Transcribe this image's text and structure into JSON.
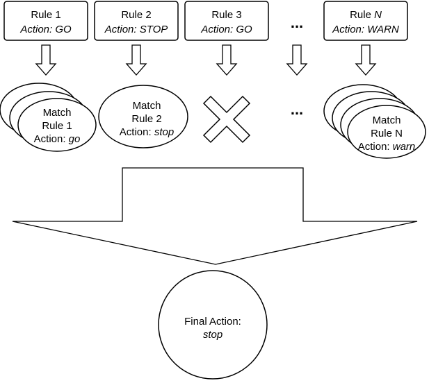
{
  "rules": [
    {
      "title_prefix": "Rule ",
      "title_suffix": "1",
      "action_label": "Action: ",
      "action_value": "GO"
    },
    {
      "title_prefix": "Rule ",
      "title_suffix": "2",
      "action_label": "Action: ",
      "action_value": "STOP"
    },
    {
      "title_prefix": "Rule ",
      "title_suffix": "3",
      "action_label": "Action: ",
      "action_value": "GO"
    },
    {
      "title_prefix": "Rule ",
      "title_suffix": "N",
      "action_label": "Action: ",
      "action_value": "WARN"
    }
  ],
  "ellipsis": "...",
  "matches": [
    {
      "line1": "Match",
      "line2": "Rule 1",
      "action_label": "Action: ",
      "action_value": "go"
    },
    {
      "line1": "Match",
      "line2": "Rule 2",
      "action_label": "Action: ",
      "action_value": "stop"
    },
    {
      "line1": "Match",
      "line2": "Rule N",
      "action_label": "Action: ",
      "action_value": "warn"
    }
  ],
  "final": {
    "label": "Final Action:",
    "value": "stop"
  },
  "colors": {
    "stroke": "#000000",
    "fill": "#ffffff"
  }
}
